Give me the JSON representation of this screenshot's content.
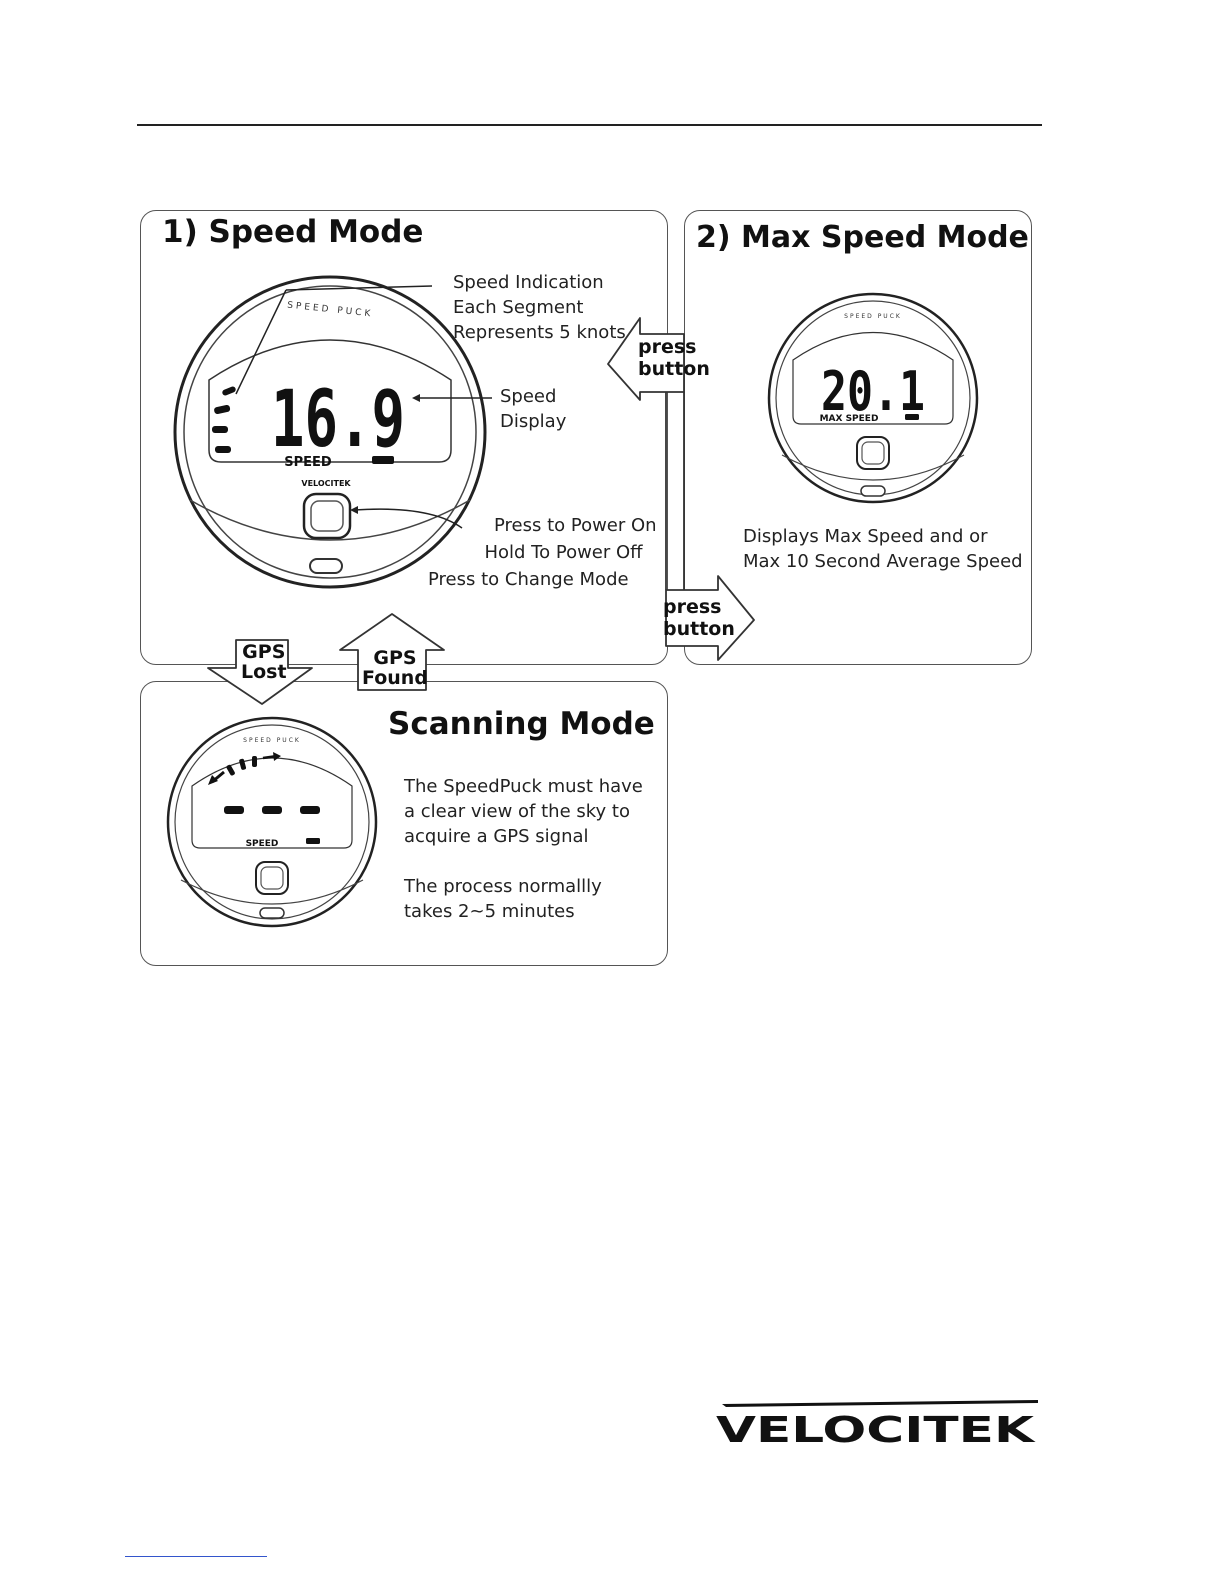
{
  "speed_mode": {
    "title": "1) Speed Mode",
    "speed_value": "16.9",
    "lcd_label": "SPEED",
    "device_brand": "SPEED PUCK",
    "bezel_logo": "VELOCITEK",
    "speed_indication_note": [
      "Speed Indication",
      "Each Segment",
      "Represents 5 knots"
    ],
    "speed_display_note": [
      "Speed",
      "Display"
    ],
    "button_note": [
      "Press to Power On",
      "Hold To Power Off",
      "Press to Change Mode"
    ]
  },
  "max_speed_mode": {
    "title": "2) Max Speed Mode",
    "speed_value": "20.1",
    "lcd_label": "MAX SPEED",
    "device_brand": "SPEED PUCK",
    "description": [
      "Displays Max Speed and or",
      "Max 10 Second Average Speed"
    ]
  },
  "scanning_mode": {
    "title": "Scanning Mode",
    "lcd_label": "SPEED",
    "device_brand": "SPEED PUCK",
    "description_1": [
      "The SpeedPuck must have",
      "a clear view of the sky to",
      "acquire a GPS signal"
    ],
    "description_2": [
      "The process normallly",
      "takes 2~5 minutes"
    ]
  },
  "arrows": {
    "press_button_left": [
      "press",
      "button"
    ],
    "press_button_right": [
      "press",
      "button"
    ],
    "gps_lost": [
      "GPS",
      "Lost"
    ],
    "gps_found": [
      "GPS",
      "Found"
    ]
  },
  "footer_logo": "VELOCITEK"
}
